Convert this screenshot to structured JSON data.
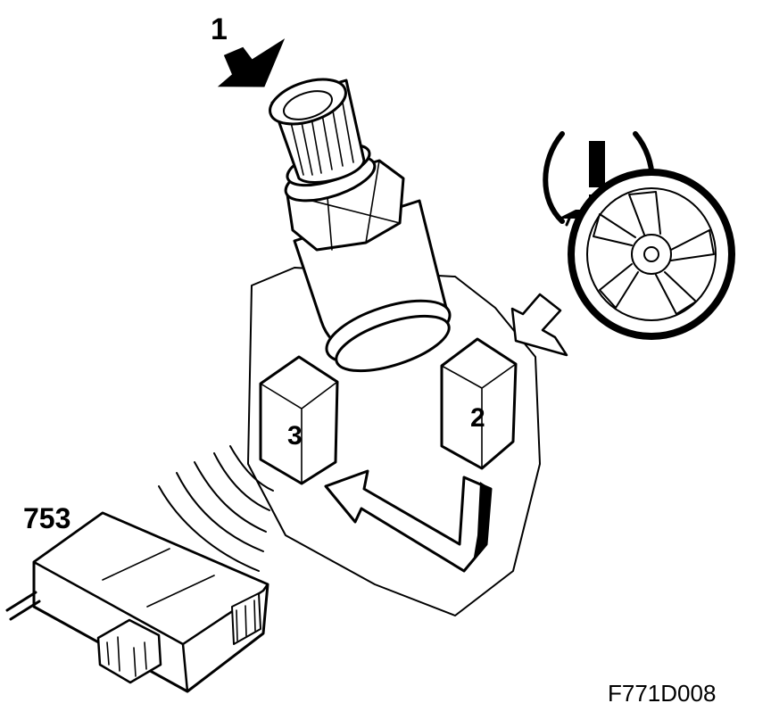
{
  "labels": {
    "arrow_number": "1",
    "box_right": "2",
    "box_left": "3",
    "control_module": "753",
    "figure_code": "F771D008"
  },
  "colors": {
    "line": "#000000",
    "background": "#ffffff"
  },
  "icons": [
    "arrow-1-icon",
    "tire-pressure-warning-icon",
    "wheel-icon",
    "signal-waves-icon",
    "flow-arrow-icon"
  ]
}
